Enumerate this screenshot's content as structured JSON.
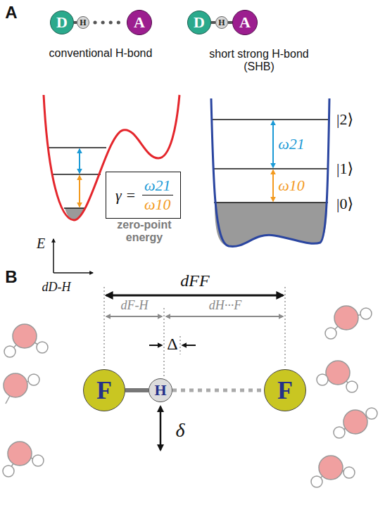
{
  "diagram": {
    "nodes": [
      {
        "text": [
          "D"
        ]
      },
      {
        "text": [
          "H"
        ]
      },
      {
        "text": [
          "A"
        ]
      },
      {
        "text": [
          "D"
        ]
      },
      {
        "text": [
          "H"
        ]
      },
      {
        "text": [
          "A"
        ]
      },
      {
        "text": [
          "γ =",
          "ω21",
          "ω10"
        ]
      },
      {
        "text": [
          "F"
        ]
      },
      {
        "text": [
          "H"
        ]
      },
      {
        "text": [
          "F"
        ]
      }
    ],
    "edges": [
      {
        "from": 0,
        "to": 1,
        "arrow": "none"
      },
      {
        "from": 1,
        "to": 2,
        "arrow": "none"
      },
      {
        "from": 3,
        "to": 4,
        "arrow": "none"
      },
      {
        "from": 4,
        "to": 5,
        "arrow": "none"
      },
      {
        "from": 7,
        "to": 8,
        "arrow": "none"
      },
      {
        "from": 8,
        "to": 9,
        "arrow": "none"
      }
    ],
    "labels": [
      "A",
      "conventional H-bond",
      "short strong H-bond (SHB)",
      "E",
      "dD-H",
      "zero-point energy",
      "ω21",
      "ω10",
      "|2⟩",
      "|1⟩",
      "|0⟩",
      "B",
      "dFF",
      "dF-H",
      "dH···F",
      "Δ",
      "δ"
    ]
  }
}
